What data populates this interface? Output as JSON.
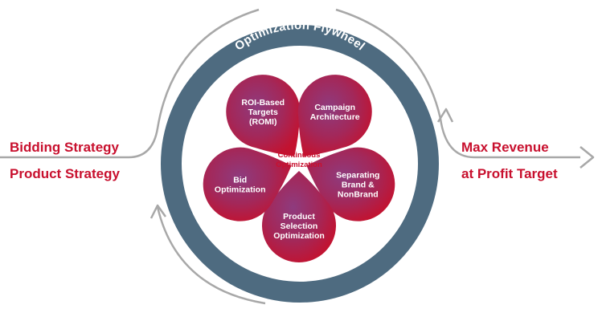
{
  "ring": {
    "title": "Optimization Flywheel"
  },
  "inputs": {
    "line1": "Bidding Strategy",
    "line2": "Product Strategy"
  },
  "outputs": {
    "line1": "Max Revenue",
    "line2": "at Profit Target"
  },
  "center": {
    "line1": "Continuous",
    "line2": "Optimization"
  },
  "petals": [
    {
      "lines": [
        "ROI-Based",
        "Targets",
        "(ROMI)"
      ]
    },
    {
      "lines": [
        "Campaign",
        "Architecture"
      ]
    },
    {
      "lines": [
        "Separating",
        "Brand &",
        "NonBrand"
      ]
    },
    {
      "lines": [
        "Product",
        "Selection",
        "Optimization"
      ]
    },
    {
      "lines": [
        "Bid",
        "Optimization"
      ]
    }
  ],
  "colors": {
    "ring": "#4e6b80",
    "accent": "#c8102e",
    "arrow": "#a8a8a8",
    "petal_inner": "#8e3b7e",
    "petal_outer": "#c3122f"
  }
}
